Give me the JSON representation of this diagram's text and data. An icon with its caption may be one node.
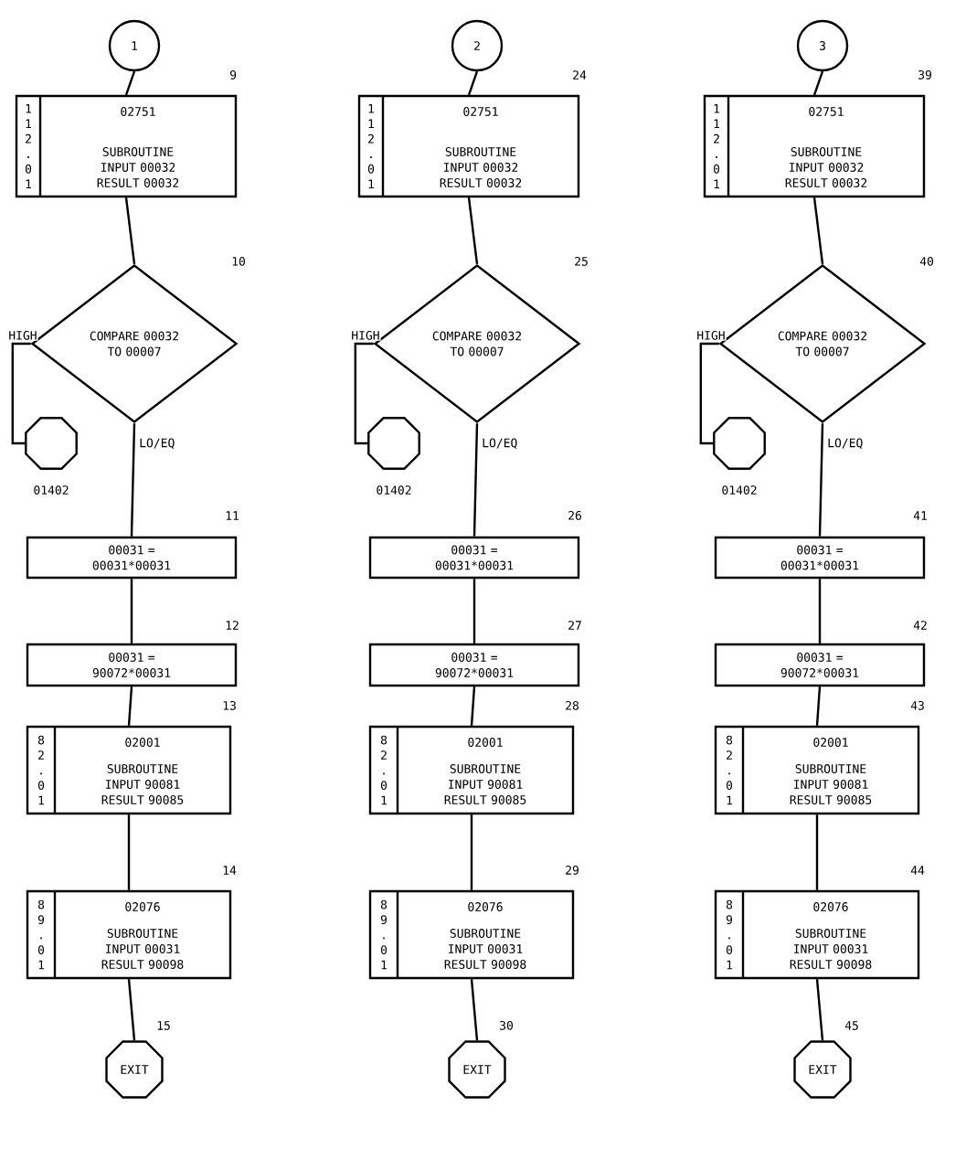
{
  "diagram": {
    "nodes": [
      {
        "text": [
          "1"
        ]
      },
      {
        "text": [
          "1 1 2 . 0 1",
          "02751",
          "SUBROUTINE INPUT 00032 RESULT 00032"
        ],
        "beside": [
          "9"
        ]
      },
      {
        "text": [
          "COMPARE 00032 TO 00007"
        ],
        "beside": [
          "10"
        ]
      },
      {
        "text": [],
        "shape": "octagon",
        "beside": [
          "01402"
        ]
      },
      {
        "text": [
          "00031 = 00031*00031"
        ],
        "beside": [
          "11"
        ]
      },
      {
        "text": [
          "00031 = 90072*00031"
        ],
        "beside": [
          "12"
        ]
      },
      {
        "text": [
          "8 2 . 0 1",
          "02001",
          "SUBROUTINE INPUT 90081 RESULT 90085"
        ],
        "beside": [
          "13"
        ]
      },
      {
        "text": [
          "8 9 . 0 1",
          "02076",
          "SUBROUTINE INPUT 00031 RESULT 90098"
        ],
        "beside": [
          "14"
        ]
      },
      {
        "text": [
          "EXIT"
        ],
        "beside": [
          "15"
        ]
      },
      {
        "text": [
          "2"
        ]
      },
      {
        "text": [
          "1 1 2 . 0 1",
          "02751",
          "SUBROUTINE INPUT 00032 RESULT 00032"
        ],
        "beside": [
          "24"
        ]
      },
      {
        "text": [
          "COMPARE 00032 TO 00007"
        ],
        "beside": [
          "25"
        ]
      },
      {
        "text": [],
        "shape": "octagon",
        "beside": [
          "01402"
        ]
      },
      {
        "text": [
          "00031 = 00031*00031"
        ],
        "beside": [
          "26"
        ]
      },
      {
        "text": [
          "00031 = 90072*00031"
        ],
        "beside": [
          "27"
        ]
      },
      {
        "text": [
          "8 2 . 0 1",
          "02001",
          "SUBROUTINE INPUT 90081 RESULT 90085"
        ],
        "beside": [
          "28"
        ]
      },
      {
        "text": [
          "8 9 . 0 1",
          "02076",
          "SUBROUTINE INPUT 00031 RESULT 90098"
        ],
        "beside": [
          "29"
        ]
      },
      {
        "text": [
          "EXIT"
        ],
        "beside": [
          "30"
        ]
      },
      {
        "text": [
          "3"
        ]
      },
      {
        "text": [
          "1 1 2 . 0 1",
          "02751",
          "SUBROUTINE INPUT 00032 RESULT 00032"
        ],
        "beside": [
          "39"
        ]
      },
      {
        "text": [
          "COMPARE 00032 TO 00007"
        ],
        "beside": [
          "40"
        ]
      },
      {
        "text": [],
        "shape": "octagon",
        "beside": [
          "01402"
        ]
      },
      {
        "text": [
          "00031 = 00031*00031"
        ],
        "beside": [
          "41"
        ]
      },
      {
        "text": [
          "00031 = 90072*00031"
        ],
        "beside": [
          "42"
        ]
      },
      {
        "text": [
          "8 2 . 0 1",
          "02001",
          "SUBROUTINE INPUT 90081 RESULT 90085"
        ],
        "beside": [
          "43"
        ]
      },
      {
        "text": [
          "8 9 . 0 1",
          "02076",
          "SUBROUTINE INPUT 00031 RESULT 90098"
        ],
        "beside": [
          "44"
        ]
      },
      {
        "text": [
          "EXIT"
        ],
        "beside": [
          "45"
        ]
      }
    ],
    "edges": [
      {
        "from": 0,
        "to": 1,
        "arrow": "none"
      },
      {
        "from": 1,
        "to": 2,
        "arrow": "none"
      },
      {
        "from": 2,
        "to": 3,
        "arrow": "none",
        "label": "HIGH"
      },
      {
        "from": 2,
        "to": 4,
        "arrow": "none",
        "label": "LO/EQ"
      },
      {
        "from": 4,
        "to": 5,
        "arrow": "none"
      },
      {
        "from": 5,
        "to": 6,
        "arrow": "none"
      },
      {
        "from": 6,
        "to": 7,
        "arrow": "none"
      },
      {
        "from": 7,
        "to": 8,
        "arrow": "none"
      },
      {
        "from": 9,
        "to": 10,
        "arrow": "none"
      },
      {
        "from": 10,
        "to": 11,
        "arrow": "none"
      },
      {
        "from": 11,
        "to": 12,
        "arrow": "none",
        "label": "HIGH"
      },
      {
        "from": 11,
        "to": 13,
        "arrow": "none",
        "label": "LO/EQ"
      },
      {
        "from": 13,
        "to": 14,
        "arrow": "none"
      },
      {
        "from": 14,
        "to": 15,
        "arrow": "none"
      },
      {
        "from": 15,
        "to": 16,
        "arrow": "none"
      },
      {
        "from": 16,
        "to": 17,
        "arrow": "none"
      },
      {
        "from": 18,
        "to": 19,
        "arrow": "none"
      },
      {
        "from": 19,
        "to": 20,
        "arrow": "none"
      },
      {
        "from": 20,
        "to": 21,
        "arrow": "none",
        "label": "HIGH"
      },
      {
        "from": 20,
        "to": 22,
        "arrow": "none",
        "label": "LO/EQ"
      },
      {
        "from": 22,
        "to": 23,
        "arrow": "none"
      },
      {
        "from": 23,
        "to": 24,
        "arrow": "none"
      },
      {
        "from": 24,
        "to": 25,
        "arrow": "none"
      },
      {
        "from": 25,
        "to": 26,
        "arrow": "none"
      }
    ]
  }
}
